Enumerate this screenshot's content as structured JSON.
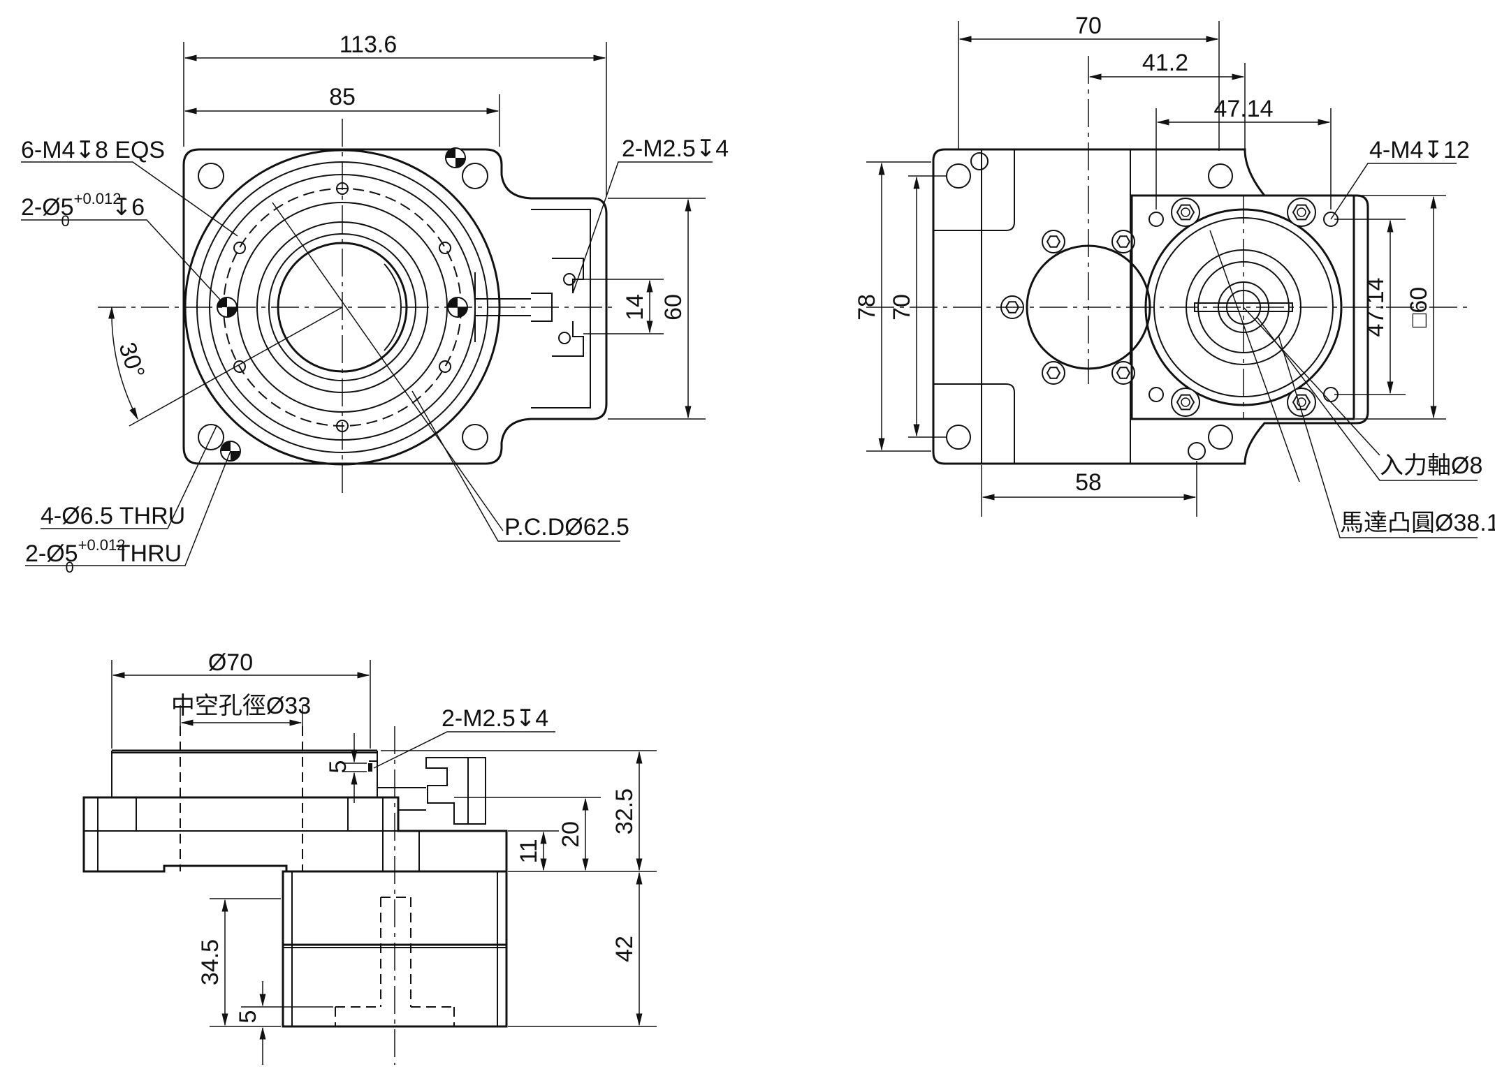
{
  "top_view": {
    "dim_width_total": "113.6",
    "dim_width_body": "85",
    "dim_height_14": "14",
    "dim_height_60": "60",
    "angle": "30°",
    "callout_m4": "6-M4↧8 EQS",
    "callout_pin_top_main": "2-Ø5",
    "callout_pin_top_sup": "+0.012",
    "callout_pin_top_sub": "0",
    "callout_pin_top_end": "↧6",
    "callout_m25": "2-M2.5↧4",
    "callout_thru": "4-Ø6.5 THRU",
    "callout_pin_bot_main": "2-Ø5",
    "callout_pin_bot_sup": "+0.012",
    "callout_pin_bot_sub": "0",
    "callout_pin_bot_end": "THRU",
    "callout_pcd": "P.C.DØ62.5"
  },
  "side_view_right": {
    "dim_70": "70",
    "dim_41_2": "41.2",
    "dim_47_14_top": "47.14",
    "dim_78": "78",
    "dim_70_v": "70",
    "dim_47_14_v": "47.14",
    "dim_square": "□60",
    "dim_58": "58",
    "callout_m4": "4-M4↧12",
    "callout_input": "入力軸Ø8",
    "callout_motor": "馬達凸圓Ø38.1"
  },
  "front_view": {
    "dim_dia70": "Ø70",
    "dim_hollow": "中空孔徑Ø33",
    "callout_m25": "2-M2.5↧4",
    "dim_5": "5",
    "dim_32_5": "32.5",
    "dim_20": "20",
    "dim_11": "11",
    "dim_42": "42",
    "dim_34_5": "34.5",
    "dim_5b": "5"
  }
}
